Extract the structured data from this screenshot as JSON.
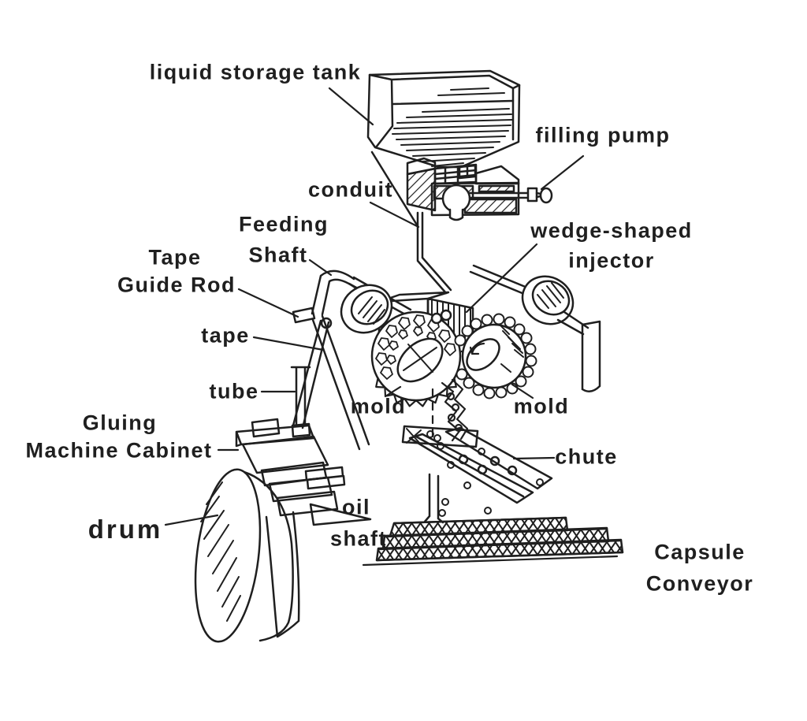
{
  "colors": {
    "ink": "#1f1f1f",
    "background": "#ffffff"
  },
  "labels": {
    "liquid_storage_tank": "liquid storage tank",
    "filling_pump": "filling pump",
    "conduit": "conduit",
    "wedge_shaped_injector": [
      "wedge-shaped",
      "injector"
    ],
    "feeding_shaft": [
      "Feeding",
      "Shaft"
    ],
    "tape_guide_rod": [
      "Tape",
      "Guide Rod"
    ],
    "tape": "tape",
    "tube": "tube",
    "gluing_machine_cabinet": [
      "Gluing",
      "Machine Cabinet"
    ],
    "drum": "drum",
    "mold_left": "mold",
    "mold_right": "mold",
    "chute": "chute",
    "oil_shaft": [
      "oil",
      "shaft"
    ],
    "capsule_conveyor": [
      "Capsule",
      "Conveyor"
    ]
  }
}
